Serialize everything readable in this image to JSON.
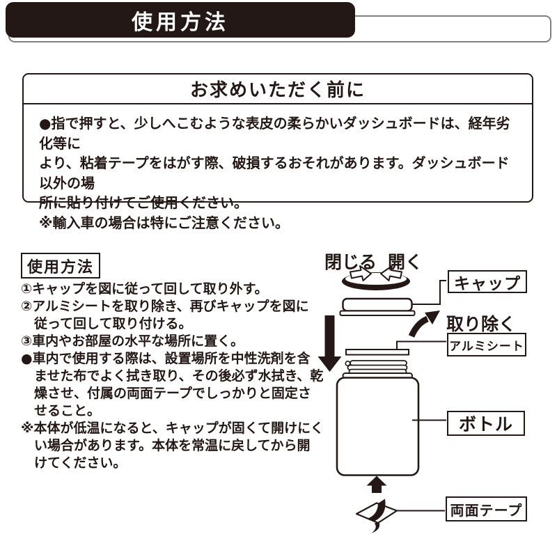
{
  "header": {
    "title": "使用方法"
  },
  "notice": {
    "title": "お求めいただく前に",
    "lines": [
      "●指で押すと、少しへこむような表皮の柔らかいダッシュボードは、経年劣化等に",
      "より、粘着テープをはがす際、破損するおそれがあります。ダッシュボード以外の場",
      "所に貼り付けてご使用ください。",
      "※輸入車の場合は特にご注意ください。"
    ]
  },
  "usage": {
    "heading": "使用方法",
    "lines": [
      "①キャップを図に従って回して取り外す。",
      "②アルミシートを取り除き、再びキャップを図に",
      "　従って回して取り付ける。",
      "③車内やお部屋の水平な場所に置く。",
      "●車内で使用する際は、設置場所を中性洗剤を含",
      "　ませた布でよく拭き取り、その後必ず水拭き、乾",
      "　燥させ、付属の両面テープでしっかりと固定さ",
      "　せること。",
      "※本体が低温になると、キャップが固くて開けにく",
      "　い場合があります。本体を常温に戻してから開",
      "　けてください。"
    ]
  },
  "diagram": {
    "close_label": "閉じる",
    "open_label": "開く",
    "remove_label": "取り除く",
    "cap_label": "キャップ",
    "alumi_label": "アルミシート",
    "bottle_label": "ボトル",
    "tape_label": "両面テープ",
    "icons": {
      "rotate_disc": "rotate-disc-icon",
      "down_arrow": "down-arrow-icon",
      "remove_arrow": "curved-remove-arrow-icon",
      "up_arrow": "up-arrow-icon",
      "tape": "double-sided-tape-icon"
    }
  },
  "colors": {
    "ink": "#231815",
    "band_border": "#7f7f7f",
    "background": "#ffffff"
  }
}
